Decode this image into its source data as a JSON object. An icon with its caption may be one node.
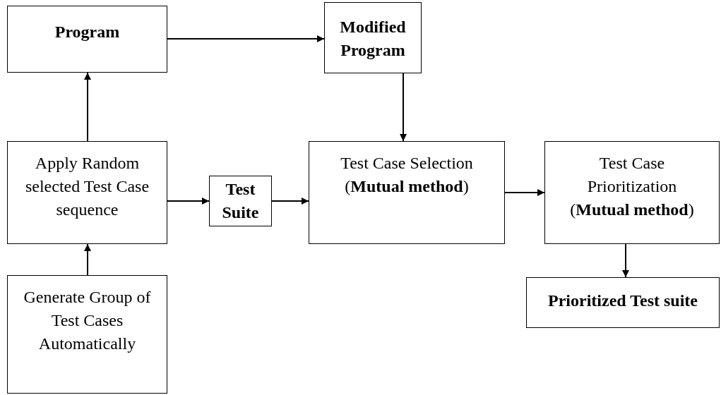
{
  "diagram": {
    "nodes": [
      {
        "text": [
          "Program"
        ]
      },
      {
        "text": [
          "Modified Program"
        ]
      },
      {
        "text": [
          "Apply Random selected Test Case sequence"
        ]
      },
      {
        "text": [
          "Test Suite"
        ]
      },
      {
        "text": [
          "Test Case Selection (**Mutual method**)"
        ]
      },
      {
        "text": [
          "Test Case Prioritization (**Mutual method**)"
        ]
      },
      {
        "text": [
          "Prioritized Test suite"
        ]
      },
      {
        "text": [
          "Generate Group of Test Cases Automatically"
        ]
      }
    ],
    "edges": [
      {
        "from": 0,
        "to": 1,
        "arrow": "to"
      },
      {
        "from": 2,
        "to": 0,
        "arrow": "to"
      },
      {
        "from": 7,
        "to": 2,
        "arrow": "to"
      },
      {
        "from": 2,
        "to": 3,
        "arrow": "to"
      },
      {
        "from": 3,
        "to": 4,
        "arrow": "to"
      },
      {
        "from": 1,
        "to": 4,
        "arrow": "to"
      },
      {
        "from": 4,
        "to": 5,
        "arrow": "to"
      },
      {
        "from": 5,
        "to": 6,
        "arrow": "to"
      }
    ]
  }
}
